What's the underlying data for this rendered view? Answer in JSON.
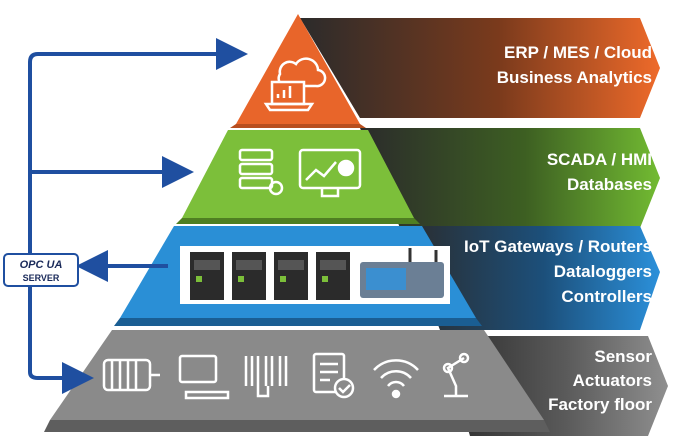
{
  "layers": [
    {
      "id": "cloud",
      "lines": [
        "ERP / MES / Cloud",
        "Business Analytics"
      ],
      "color": "#e8652a",
      "band": "#e8652a",
      "icons": [
        "cloud-analytics-icon"
      ]
    },
    {
      "id": "scada",
      "lines": [
        "SCADA / HMI",
        "Databases"
      ],
      "color": "#7cbf3a",
      "band": "#6bb52c",
      "icons": [
        "database-settings-icon",
        "monitor-chart-icon"
      ]
    },
    {
      "id": "gateway",
      "lines": [
        "IoT Gateways / Routers",
        "Dataloggers",
        "Controllers"
      ],
      "color": "#2a8fd6",
      "band": "#2b8fd8",
      "icons": [
        "device-module-icon",
        "device-module-icon",
        "device-module-icon",
        "device-module-icon",
        "gateway-router-icon"
      ]
    },
    {
      "id": "field",
      "lines": [
        "Sensor",
        "Actuators",
        "Factory floor"
      ],
      "color": "#8a8a8a",
      "band": "#8c8c8c",
      "icons": [
        "motor-icon",
        "computer-terminal-icon",
        "barcode-scanner-icon",
        "checklist-icon",
        "wifi-icon",
        "robot-arm-icon"
      ]
    }
  ],
  "opc": {
    "logo": "OPC UA",
    "label": "SERVER"
  },
  "colors": {
    "connector": "#1f4fa0",
    "band_dark": "#2b2b2b"
  }
}
